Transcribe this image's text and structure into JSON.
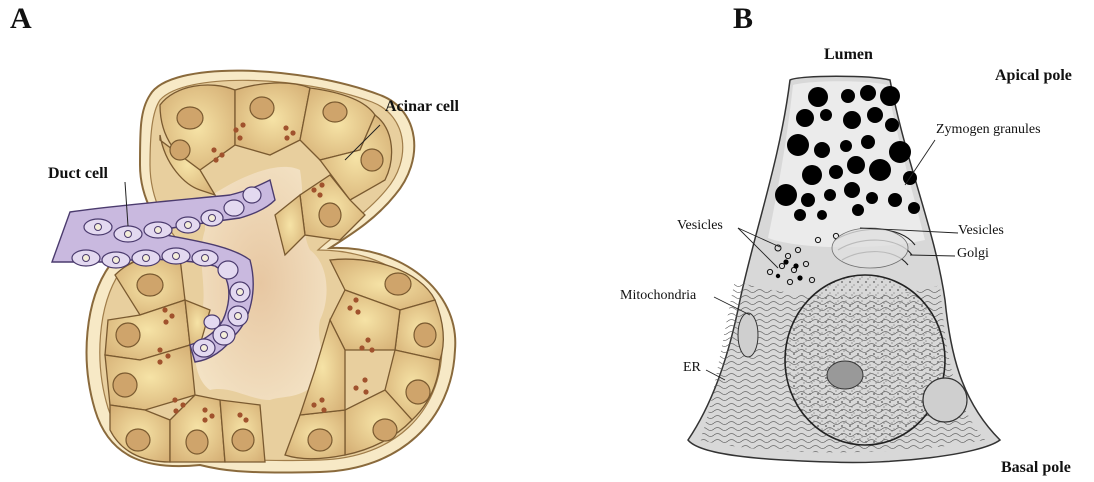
{
  "panel_a": {
    "letter": "A",
    "labels": {
      "acinar_cell": "Acinar cell",
      "duct_cell": "Duct cell"
    }
  },
  "panel_b": {
    "letter": "B",
    "labels": {
      "lumen": "Lumen",
      "apical_pole": "Apical pole",
      "basal_pole": "Basal pole",
      "zymogen_granules": "Zymogen granules",
      "vesicles_left": "Vesicles",
      "vesicles_right": "Vesicles",
      "golgi": "Golgi",
      "mitochondria": "Mitochondria",
      "er": "ER"
    }
  },
  "colors": {
    "acinus_fill": "#efd9b0",
    "acinus_outline": "#8a6a3c",
    "cell_fill": "#d9b77d",
    "nucleus_fill": "#cda36a",
    "granule": "#a0522d",
    "duct_fill": "#c9b9df",
    "duct_outline": "#4b3b6e"
  }
}
